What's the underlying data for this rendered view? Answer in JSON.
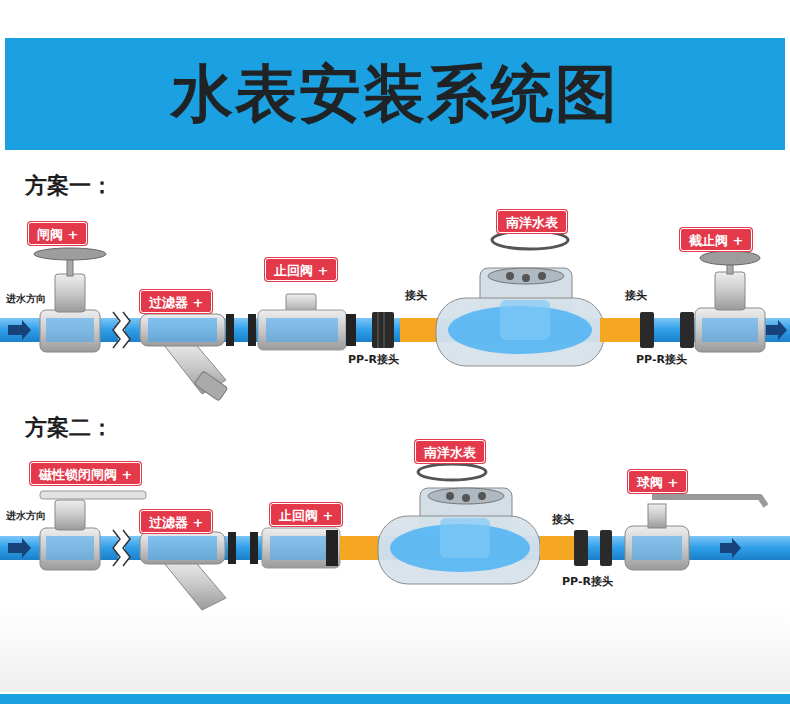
{
  "diagram": {
    "title": "水表安装系统图",
    "nodes": [
      {
        "text": [
          "闸阀 +"
        ]
      },
      {
        "text": [
          "过滤器 +"
        ]
      },
      {
        "text": [
          "止回阀 +"
        ]
      },
      {
        "text": [
          "南洋水表"
        ]
      },
      {
        "text": [
          "截止阀 +"
        ]
      },
      {
        "text": [
          "磁性锁闭闸阀 +"
        ]
      },
      {
        "text": [
          "过滤器 +"
        ]
      },
      {
        "text": [
          "止回阀 +"
        ]
      },
      {
        "text": [
          "南洋水表"
        ]
      },
      {
        "text": [
          "球阀 +"
        ]
      }
    ],
    "labels": [
      "方案一：",
      "进水方向",
      "接头",
      "接头",
      "PP-R接头",
      "PP-R接头",
      "方案二：",
      "进水方向",
      "接头",
      "PP-R接头"
    ]
  }
}
